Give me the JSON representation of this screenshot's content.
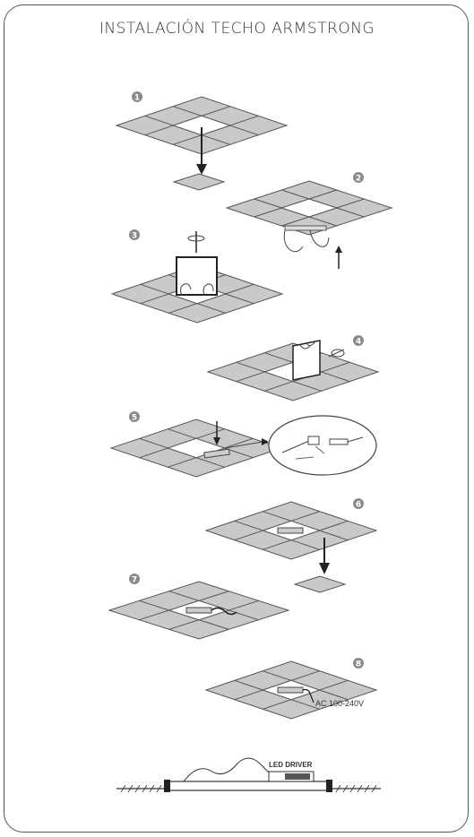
{
  "title": "INSTALACIÓN TECHO ARMSTRONG",
  "steps": [
    {
      "number": "1"
    },
    {
      "number": "2"
    },
    {
      "number": "3"
    },
    {
      "number": "4"
    },
    {
      "number": "5"
    },
    {
      "number": "6"
    },
    {
      "number": "7"
    },
    {
      "number": "8"
    }
  ],
  "labels": {
    "voltage": "AC 100-240V",
    "driver": "LED DRIVER"
  },
  "colors": {
    "tile": "#c9c9c9",
    "grid": "#555555",
    "badge": "#8a8a8a"
  }
}
